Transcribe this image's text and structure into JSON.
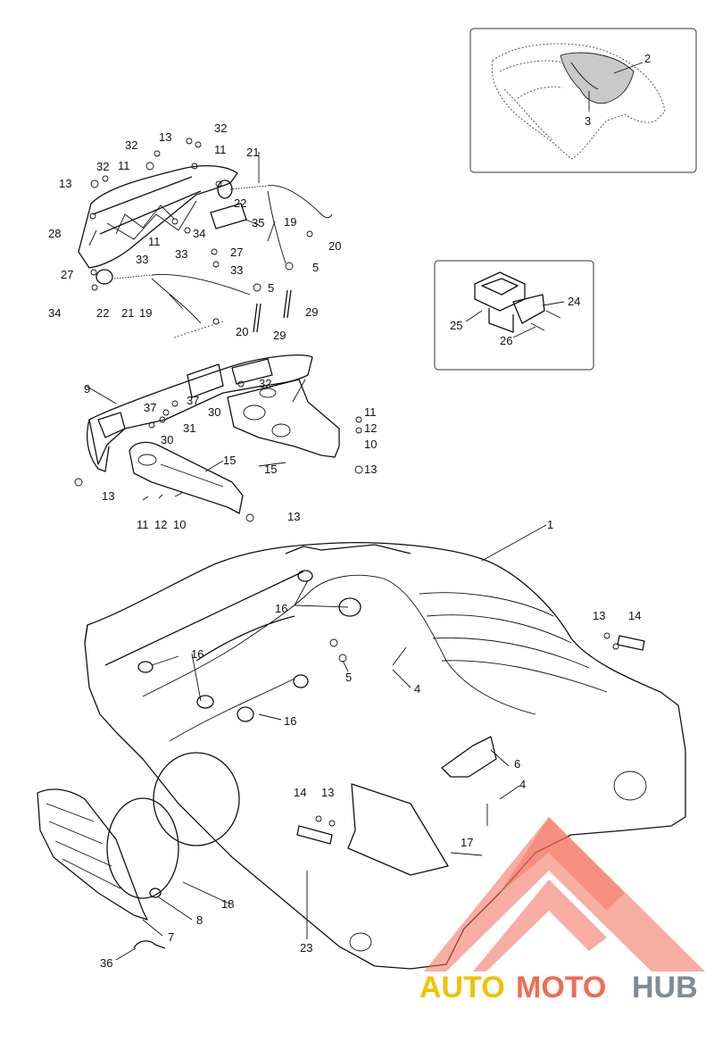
{
  "watermark": {
    "part1": "AUTO",
    "part2": "MOTO",
    "part3": "HUB",
    "colors": {
      "auto": "#f2c100",
      "moto": "#f26a55",
      "hub": "#7f8a99"
    }
  },
  "labels": {
    "1": "1",
    "2": "2",
    "3": "3",
    "4": "4",
    "5": "5",
    "6": "6",
    "7": "7",
    "8": "8",
    "9": "9",
    "10": "10",
    "11": "11",
    "12": "12",
    "13": "13",
    "14": "14",
    "15": "15",
    "16": "16",
    "17": "17",
    "18": "18",
    "19": "19",
    "20": "20",
    "21": "21",
    "22": "22",
    "23": "23",
    "24": "24",
    "25": "25",
    "26": "26",
    "27": "27",
    "28": "28",
    "29": "29",
    "30": "30",
    "31": "31",
    "32": "32",
    "33": "33",
    "34": "34",
    "35": "35",
    "36": "36",
    "37": "37"
  }
}
